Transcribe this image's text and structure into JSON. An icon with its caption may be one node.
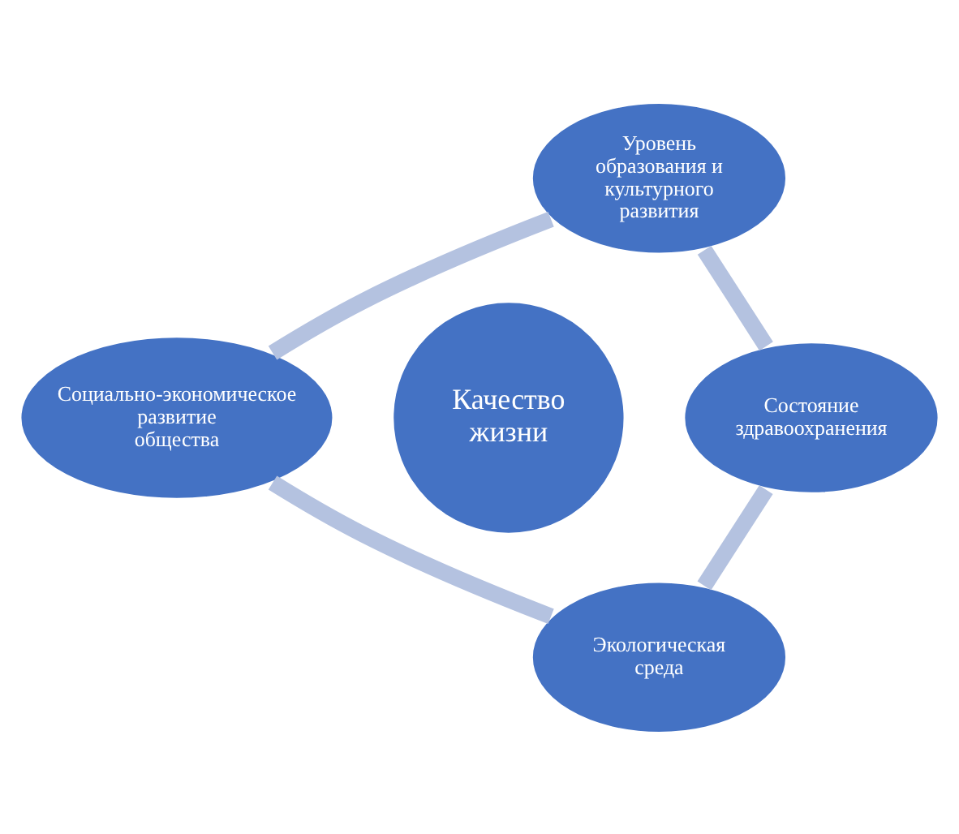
{
  "diagram": {
    "nodes": [
      {
        "text": [
          "Уровень образования и культурного развития"
        ]
      },
      {
        "text": [
          "Социально-экономическое развитие общества"
        ]
      },
      {
        "text": [
          "Качество жизни"
        ]
      },
      {
        "text": [
          "Состояние здравоохранения"
        ]
      },
      {
        "text": [
          "Экологическая среда"
        ]
      }
    ],
    "edges": [
      {
        "from": 0,
        "to": 3,
        "arrow": "none"
      },
      {
        "from": 3,
        "to": 4,
        "arrow": "none"
      },
      {
        "from": 4,
        "to": 1,
        "arrow": "none"
      },
      {
        "from": 1,
        "to": 0,
        "arrow": "none"
      }
    ]
  }
}
